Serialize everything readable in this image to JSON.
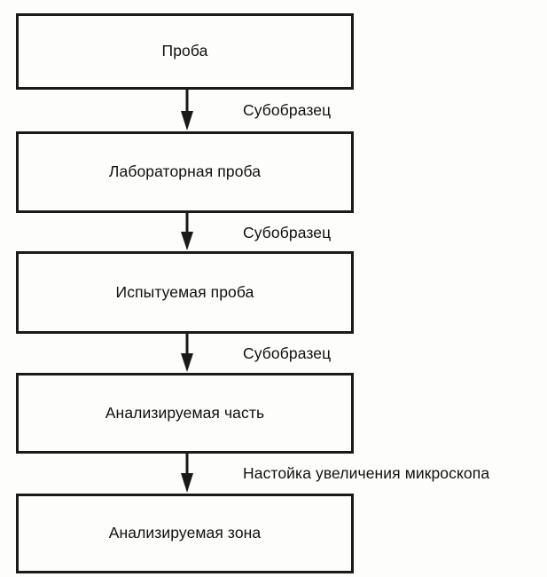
{
  "diagram": {
    "type": "flowchart",
    "orientation": "vertical",
    "colors": {
      "background": "#fdfdfc",
      "box_border": "#1a1a1a",
      "box_fill": "#fdfdfc",
      "text": "#101010",
      "arrow": "#1a1a1a"
    },
    "nodes": [
      {
        "id": "node-1",
        "label": "Проба"
      },
      {
        "id": "node-2",
        "label": "Лабораторная проба"
      },
      {
        "id": "node-3",
        "label": "Испытуемая проба"
      },
      {
        "id": "node-4",
        "label": "Анализируемая часть"
      },
      {
        "id": "node-5",
        "label": "Анализируемая зона"
      }
    ],
    "edges": [
      {
        "id": "edge-1",
        "from": "node-1",
        "to": "node-2",
        "label": "Субобразец",
        "arrow": "down-arrow-icon"
      },
      {
        "id": "edge-2",
        "from": "node-2",
        "to": "node-3",
        "label": "Субобразец",
        "arrow": "down-arrow-icon"
      },
      {
        "id": "edge-3",
        "from": "node-3",
        "to": "node-4",
        "label": "Субобразец",
        "arrow": "down-arrow-icon"
      },
      {
        "id": "edge-4",
        "from": "node-4",
        "to": "node-5",
        "label": "Настойка увеличения микроскопа",
        "arrow": "down-arrow-icon"
      }
    ]
  }
}
